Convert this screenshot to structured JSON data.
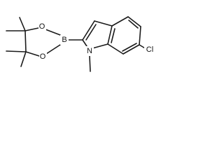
{
  "molecule": {
    "atoms": {
      "boron": "B",
      "oxygen_top": "O",
      "oxygen_bottom": "O",
      "nitrogen": "N",
      "chlorine": "Cl"
    }
  }
}
